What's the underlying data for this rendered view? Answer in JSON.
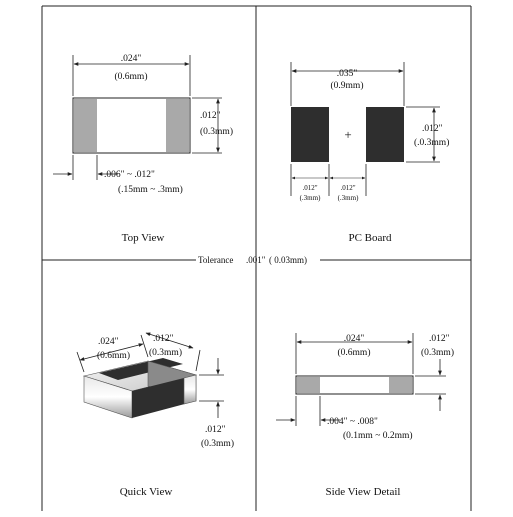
{
  "tolerance": {
    "label": "Tolerance",
    "in": ".001\"",
    "mm": "(   0.03mm)"
  },
  "top_view": {
    "caption": "Top View",
    "length_in": ".024\"",
    "length_mm": "(0.6mm)",
    "height_in": ".012\"",
    "height_mm": "(0.3mm)",
    "term_in": ".006\" ~ .012\"",
    "term_mm": "(.15mm ~ .3mm)"
  },
  "pc_board": {
    "caption": "PC Board",
    "span_in": ".035\"",
    "span_mm": "(0.9mm)",
    "pad_h_in": ".012\"",
    "pad_h_mm": "(.0.3mm)",
    "pad_w_in": ".012\"",
    "pad_w_mm": "(.3mm)",
    "gap_in": ".012\"",
    "gap_mm": "(.3mm)",
    "center_mark": "+"
  },
  "quick_view": {
    "caption": "Quick View",
    "length_in": ".024\"",
    "length_mm": "(0.6mm)",
    "width_in": ".012\"",
    "width_mm": "(0.3mm)",
    "height_in": ".012\"",
    "height_mm": "(0.3mm)"
  },
  "side_view": {
    "caption": "Side View Detail",
    "length_in": ".024\"",
    "length_mm": "(0.6mm)",
    "height_in": ".012\"",
    "height_mm": "(0.3mm)",
    "term_in": ".004\" ~ .008\"",
    "term_mm": "(0.1mm ~ 0.2mm)"
  },
  "colors": {
    "terminal": "#a9a9a9",
    "body_dark": "#2e2e2e",
    "line": "#222222"
  }
}
